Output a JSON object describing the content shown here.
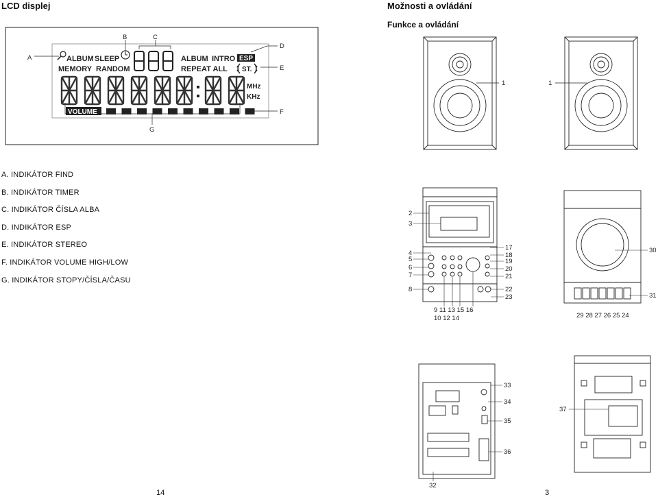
{
  "left_header": "LCD displej",
  "right_header": "Možnosti a ovládání",
  "right_subheader": "Funkce a ovládání",
  "lcd": {
    "callouts": [
      "A",
      "B",
      "C",
      "D",
      "E",
      "F",
      "G"
    ],
    "album": "ALBUM",
    "sleep": "SLEEP",
    "memory": "MEMORY",
    "random": "RANDOM",
    "album2": "ALBUM",
    "intro": "INTRO",
    "esp": "ESP",
    "repeat_all": "REPEAT ALL",
    "st": "ST.",
    "mhz": "MHz",
    "khz": "KHz",
    "volume": "VOLUME"
  },
  "indicators": [
    "A.   INDIKÁTOR FIND",
    "B.   INDIKÁTOR TIMER",
    "C.   INDIKÁTOR ČÍSLA ALBA",
    "D.   INDIKÁTOR ESP",
    "E.   INDIKÁTOR STEREO",
    "F.   INDIKÁTOR VOLUME HIGH/LOW",
    "G.   INDIKÁTOR STOPY/ČÍSLA/ČASU"
  ],
  "speaker_labels": [
    "1",
    "1"
  ],
  "unit_labels_left": [
    "2",
    "3",
    "4",
    "5",
    "6",
    "7",
    "8"
  ],
  "unit_labels_right": [
    "17",
    "18",
    "19",
    "20",
    "21",
    "22",
    "23"
  ],
  "unit_labels_bottom_row1": "9 11 13 15 16",
  "unit_labels_bottom_row2": "10 12  14",
  "rear_speaker_labels": [
    "30",
    "31"
  ],
  "rear_speaker_bottom": "29 28 27 26 25 24",
  "back_labels": [
    "33",
    "34",
    "35",
    "36"
  ],
  "back_bottom_label": "32",
  "bottom_view_label": "37",
  "page_left": "14",
  "page_right": "3"
}
